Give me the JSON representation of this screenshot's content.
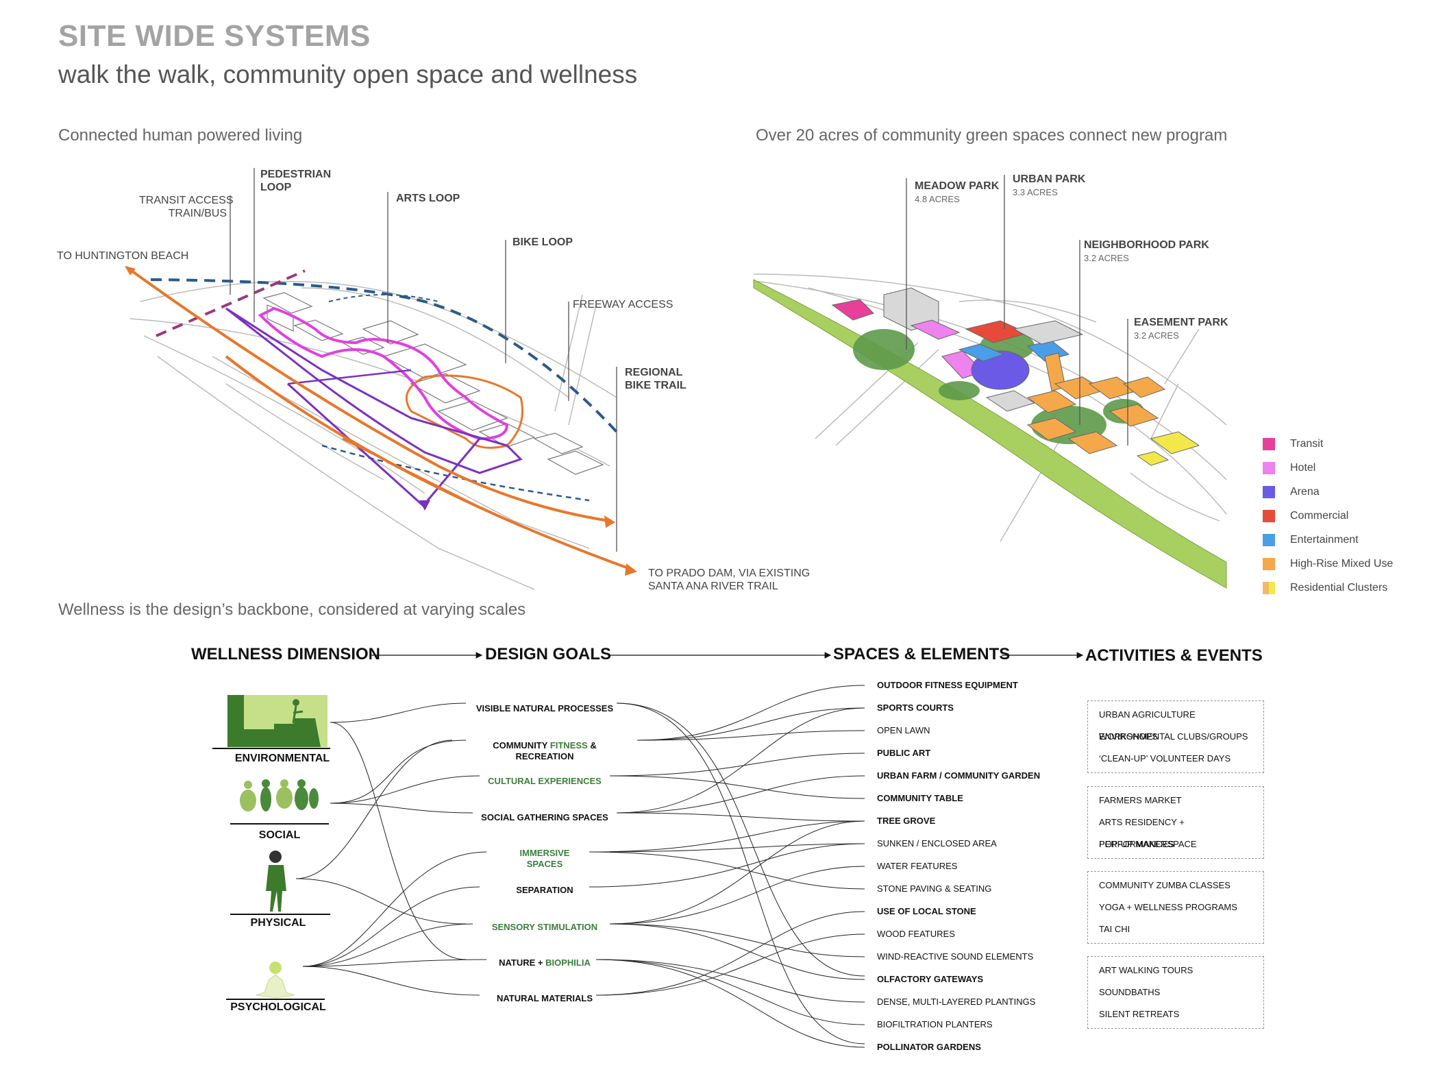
{
  "header": {
    "title": "SITE WIDE SYSTEMS",
    "subtitle": "walk the walk, community open space and wellness"
  },
  "left_map": {
    "caption": "Connected human powered living",
    "labels": {
      "pedestrian_loop": "PEDESTRIAN\nLOOP",
      "transit_access": "TRANSIT ACCESS\nTRAIN/BUS",
      "arts_loop": "ARTS LOOP",
      "bike_loop": "BIKE LOOP",
      "huntington": "TO HUNTINGTON BEACH",
      "freeway_access": "FREEWAY ACCESS",
      "regional_bike_trail": "REGIONAL\nBIKE TRAIL",
      "prado_dam": "TO PRADO DAM, VIA EXISTING\nSANTA ANA RIVER TRAIL"
    }
  },
  "right_map": {
    "caption": "Over 20 acres of community green spaces connect new program",
    "parks": [
      {
        "name": "MEADOW PARK",
        "acres": "4.8 ACRES"
      },
      {
        "name": "URBAN PARK",
        "acres": "3.3 ACRES"
      },
      {
        "name": "NEIGHBORHOOD PARK",
        "acres": "3.2 ACRES"
      },
      {
        "name": "EASEMENT PARK",
        "acres": "3.2 ACRES"
      }
    ],
    "legend": [
      {
        "label": "Transit",
        "color": "#e8409a"
      },
      {
        "label": "Hotel",
        "color": "#ee82ee"
      },
      {
        "label": "Arena",
        "color": "#6a5ae6"
      },
      {
        "label": "Commercial",
        "color": "#e84a3a"
      },
      {
        "label": "Entertainment",
        "color": "#4a9ee8"
      },
      {
        "label": "High-Rise Mixed Use",
        "color": "#f5a84a"
      },
      {
        "label": "Residential Clusters",
        "color": "#f5b86a",
        "color2": "#f2e84a"
      }
    ]
  },
  "wellness": {
    "caption": "Wellness is the design’s backbone, considered at varying scales",
    "headers": {
      "dimension": "WELLNESS DIMENSION",
      "goals": "DESIGN GOALS",
      "spaces": "SPACES & ELEMENTS",
      "activities": "ACTIVITIES & EVENTS"
    },
    "dimensions": [
      "ENVIRONMENTAL",
      "SOCIAL",
      "PHYSICAL",
      "PSYCHOLOGICAL"
    ],
    "goals": {
      "visible_natural": "VISIBLE NATURAL PROCESSES",
      "community_pre": "COMMUNITY ",
      "community_green": "FITNESS",
      "community_post": " & RECREATION",
      "cultural": "CULTURAL EXPERIENCES",
      "social_gathering": "SOCIAL GATHERING SPACES",
      "immersive": "IMMERSIVE\nSPACES",
      "separation": "SEPARATION",
      "sensory": "SENSORY STIMULATION",
      "nature_pre": "NATURE + ",
      "nature_green": "BIOPHILIA",
      "natural_materials": "NATURAL MATERIALS"
    },
    "elements": [
      {
        "label": "OUTDOOR FITNESS EQUIPMENT",
        "green": true
      },
      {
        "label": "SPORTS COURTS",
        "green": true
      },
      {
        "label": "OPEN LAWN",
        "green": false
      },
      {
        "label": "PUBLIC ART",
        "green": true
      },
      {
        "label": "URBAN FARM / COMMUNITY GARDEN",
        "green": true
      },
      {
        "label": "COMMUNITY TABLE",
        "green": true
      },
      {
        "label": "TREE GROVE",
        "green": true
      },
      {
        "label": "SUNKEN / ENCLOSED AREA",
        "green": false
      },
      {
        "label": "WATER FEATURES",
        "green": false
      },
      {
        "label": "STONE PAVING & SEATING",
        "green": false
      },
      {
        "label": "USE OF LOCAL STONE",
        "green": true
      },
      {
        "label": "WOOD FEATURES",
        "green": false
      },
      {
        "label": "WIND-REACTIVE SOUND ELEMENTS",
        "green": false
      },
      {
        "label": "OLFACTORY GATEWAYS",
        "green": true
      },
      {
        "label": "DENSE, MULTI-LAYERED PLANTINGS",
        "green": false
      },
      {
        "label": "BIOFILTRATION PLANTERS",
        "green": false
      },
      {
        "label": "POLLINATOR GARDENS",
        "green": true
      }
    ],
    "activities": [
      [
        "URBAN AGRICULTURE WORKSHOPS",
        "ENVIRONMENTAL CLUBS/GROUPS",
        "‘CLEAN-UP’ VOLUNTEER DAYS"
      ],
      [
        "FARMERS MARKET",
        "ARTS RESIDENCY + PERFORMANCES",
        "POP-UP MAKERSPACE"
      ],
      [
        "COMMUNITY ZUMBA CLASSES",
        "YOGA + WELLNESS PROGRAMS",
        "TAI CHI"
      ],
      [
        "ART WALKING TOURS",
        "SOUNDBATHS",
        "SILENT RETREATS"
      ]
    ]
  }
}
